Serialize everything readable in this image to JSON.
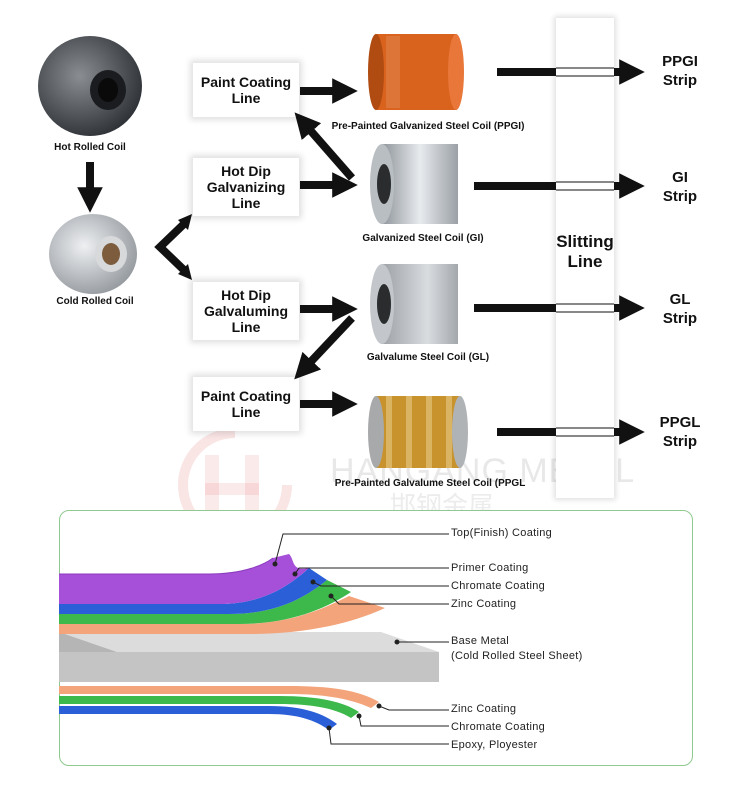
{
  "flow": {
    "hot_rolled": "Hot Rolled Coil",
    "cold_rolled": "Cold Rolled Coil",
    "paint_line_1": [
      "Paint Coating",
      "Line"
    ],
    "hot_dip_galv": [
      "Hot Dip",
      "Galvanizing",
      "Line"
    ],
    "hot_dip_galvalum": [
      "Hot Dip",
      "Galvaluming",
      "Line"
    ],
    "paint_line_2": [
      "Paint Coating",
      "Line"
    ],
    "ppgi_coil": "Pre-Painted Galvanized Steel Coil (PPGI)",
    "gi_coil": "Galvanized Steel Coil (GI)",
    "gl_coil": "Galvalume Steel Coil (GL)",
    "ppgl_coil": "Pre-Painted Galvalume Steel Coil (PPGL",
    "slitting": [
      "Slitting",
      "Line"
    ],
    "outputs": [
      [
        "PPGI",
        "Strip"
      ],
      [
        "GI",
        "Strip"
      ],
      [
        "GL",
        "Strip"
      ],
      [
        "PPGL",
        "Strip"
      ]
    ]
  },
  "watermark": {
    "brand": "HANGANG METAL",
    "chinese": "邯钢金属"
  },
  "layers": {
    "top_finish": "Top(Finish) Coating",
    "primer": "Primer Coating",
    "chromate_top": "Chromate Coating",
    "zinc_top": "Zinc Coating",
    "base_metal": "Base Metal",
    "base_metal_sub": "(Cold Rolled Steel Sheet)",
    "zinc_bottom": "Zinc Coating",
    "chromate_bottom": "Chromate Coating",
    "epoxy": "Epoxy, Ployester"
  },
  "colors": {
    "top_finish": "#a64fd8",
    "primer": "#2b5fd8",
    "chromate": "#3db84a",
    "zinc": "#f3a47a",
    "base_metal": "#cfcfcf",
    "orange_coil": "#d9621d",
    "gold_coil": "#c8932d"
  }
}
